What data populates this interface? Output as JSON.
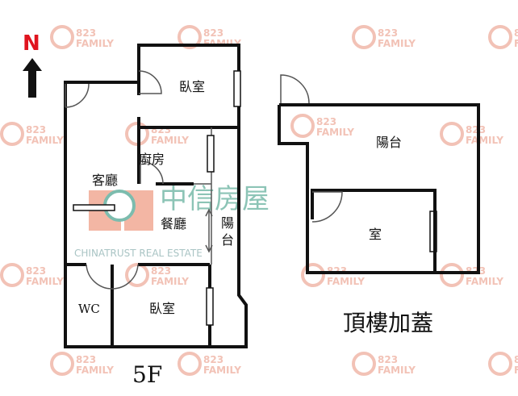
{
  "compass": {
    "label": "N",
    "color": "#e0141e"
  },
  "watermark": {
    "text_line1": "823",
    "text_line2": "FAMILY",
    "color": "#f2c2b6",
    "brand_chinese": "中信房屋",
    "brand_english": "CHINATRUST REAL ESTATE",
    "brand_color": "#f0a58f",
    "brand_green": "#6fb3a3"
  },
  "floor_5f": {
    "caption": "5F",
    "rooms": {
      "bedroom_north": "臥室",
      "kitchen": "廚房",
      "living_room": "客廳",
      "dining_room": "餐廳",
      "balcony_line1": "陽",
      "balcony_line2": "台",
      "wc": "WC",
      "bedroom_south": "臥室"
    }
  },
  "rooftop": {
    "caption": "頂樓加蓋",
    "rooms": {
      "balcony": "陽台",
      "room": "室"
    }
  }
}
